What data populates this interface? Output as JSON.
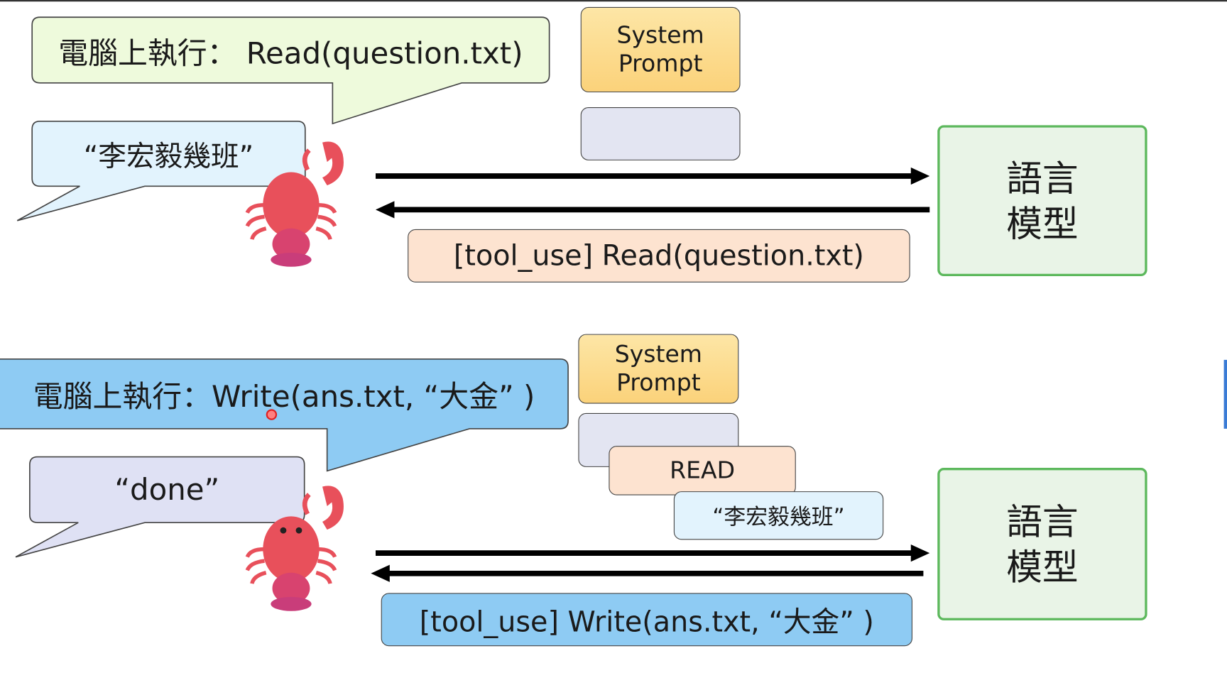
{
  "top": {
    "computer_bubble": "電腦上執行： Read(question.txt)",
    "result_bubble": "“李宏毅幾班”",
    "system_prompt": "System Prompt",
    "tool_use": "[tool_use] Read(question.txt)",
    "model": "語言\n模型"
  },
  "bottom": {
    "computer_bubble": "電腦上執行：Write(ans.txt, “大金” )",
    "result_bubble": "“done”",
    "system_prompt": "System Prompt",
    "read_block": "READ",
    "read_result": "“李宏毅幾班”",
    "tool_use": "[tool_use] Write(ans.txt, “大金” )",
    "model": "語言\n模型"
  },
  "colors": {
    "bubble_green": "#eefadc",
    "bubble_lightblue": "#e2f3fd",
    "bubble_blue": "#8ecbf3",
    "bubble_lavender": "#dfe1f4",
    "system_prompt": "#fbd27a",
    "tool_use_read": "#fde3d0",
    "model_border": "#5cb85c",
    "lobster": "#e8505b"
  },
  "icons": [
    "lobster-icon",
    "arrow-right-icon",
    "arrow-left-icon",
    "cursor-dot-icon"
  ]
}
